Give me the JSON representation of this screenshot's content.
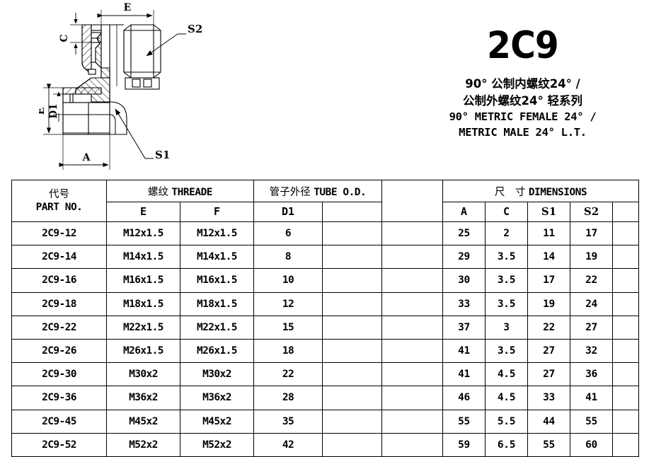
{
  "title_block": {
    "product_code": "2C9",
    "subtitle_cn_line1": "90° 公制内螺纹24° /",
    "subtitle_cn_line2": "公制外螺纹24° 轻系列",
    "subtitle_en_line1": "90° METRIC FEMALE 24° /",
    "subtitle_en_line2": "METRIC MALE 24° L.T."
  },
  "drawing": {
    "caption": "90-degree elbow fitting cross-section",
    "dimension_labels": {
      "e_top": "E",
      "c": "C",
      "s2": "S2",
      "e_left": "E",
      "d1": "D1",
      "a": "A",
      "s1": "S1"
    }
  },
  "table": {
    "header": {
      "part_no_cn": "代号",
      "part_no_en": "PART NO.",
      "thread_cn": "螺纹",
      "thread_en": "THREADE",
      "tube_od_cn": "管子外径",
      "tube_od_en": "TUBE O.D.",
      "dimensions_cn": "尺　寸",
      "dimensions_en": "DIMENSIONS",
      "sub": {
        "e": "E",
        "f": "F",
        "d1": "D1",
        "a": "A",
        "c": "C",
        "s1": "S1",
        "s2": "S2"
      }
    },
    "rows": [
      {
        "part_no": "2C9-12",
        "e": "M12x1.5",
        "f": "M12x1.5",
        "d1": "6",
        "a": "25",
        "c": "2",
        "s1": "11",
        "s2": "17"
      },
      {
        "part_no": "2C9-14",
        "e": "M14x1.5",
        "f": "M14x1.5",
        "d1": "8",
        "a": "29",
        "c": "3.5",
        "s1": "14",
        "s2": "19"
      },
      {
        "part_no": "2C9-16",
        "e": "M16x1.5",
        "f": "M16x1.5",
        "d1": "10",
        "a": "30",
        "c": "3.5",
        "s1": "17",
        "s2": "22"
      },
      {
        "part_no": "2C9-18",
        "e": "M18x1.5",
        "f": "M18x1.5",
        "d1": "12",
        "a": "33",
        "c": "3.5",
        "s1": "19",
        "s2": "24"
      },
      {
        "part_no": "2C9-22",
        "e": "M22x1.5",
        "f": "M22x1.5",
        "d1": "15",
        "a": "37",
        "c": "3",
        "s1": "22",
        "s2": "27"
      },
      {
        "part_no": "2C9-26",
        "e": "M26x1.5",
        "f": "M26x1.5",
        "d1": "18",
        "a": "41",
        "c": "3.5",
        "s1": "27",
        "s2": "32"
      },
      {
        "part_no": "2C9-30",
        "e": "M30x2",
        "f": "M30x2",
        "d1": "22",
        "a": "41",
        "c": "4.5",
        "s1": "27",
        "s2": "36"
      },
      {
        "part_no": "2C9-36",
        "e": "M36x2",
        "f": "M36x2",
        "d1": "28",
        "a": "46",
        "c": "4.5",
        "s1": "33",
        "s2": "41"
      },
      {
        "part_no": "2C9-45",
        "e": "M45x2",
        "f": "M45x2",
        "d1": "35",
        "a": "55",
        "c": "5.5",
        "s1": "44",
        "s2": "55"
      },
      {
        "part_no": "2C9-52",
        "e": "M52x2",
        "f": "M52x2",
        "d1": "42",
        "a": "59",
        "c": "6.5",
        "s1": "55",
        "s2": "60"
      }
    ]
  },
  "colors": {
    "line": "#000000",
    "background": "#ffffff"
  }
}
